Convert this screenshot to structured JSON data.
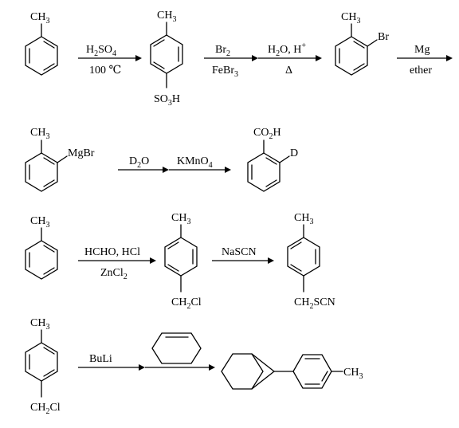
{
  "scheme": {
    "row1": {
      "toluene_label": "CH3",
      "step1_top": "H2SO4",
      "step1_bottom": "100 ℃",
      "tsa_top_label": "CH3",
      "tsa_bottom_label": "SO3H",
      "step2_top": "Br2",
      "step2_bottom": "FeBr3",
      "step3_top": "H2O, H+",
      "step3_bottom": "Δ",
      "bromotoluene_top_label": "CH3",
      "bromotoluene_side_label": "Br",
      "step4_top": "Mg",
      "step4_bottom": "ether"
    },
    "row2": {
      "grignard_top_label": "CH3",
      "grignard_side_label": "MgBr",
      "step1_top": "D2O",
      "step2_top": "KMnO4",
      "acid_top_label": "CO2H",
      "acid_side_label": "D"
    },
    "row3": {
      "toluene_label": "CH3",
      "step1_top": "HCHO, HCl",
      "step1_bottom": "ZnCl2",
      "chloride_top_label": "CH3",
      "chloride_bottom_label": "CH2Cl",
      "step2_top": "NaSCN",
      "thiocyanate_top_label": "CH3",
      "thiocyanate_bottom_label": "CH2SCN"
    },
    "row4": {
      "start_top_label": "CH3",
      "start_bottom_label": "CH2Cl",
      "step1_top": "BuLi",
      "product_side_label": "CH3"
    }
  }
}
